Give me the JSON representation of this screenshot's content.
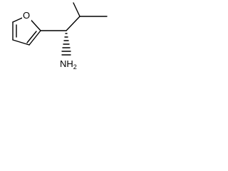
{
  "molecule": {
    "atoms": {
      "oxygen": "O",
      "amine": "NH",
      "amine_subscript": "2"
    },
    "stereo": "hashed-wedge",
    "colors": {
      "bond": "#000000",
      "label": "#000000",
      "background": "#ffffff"
    }
  }
}
